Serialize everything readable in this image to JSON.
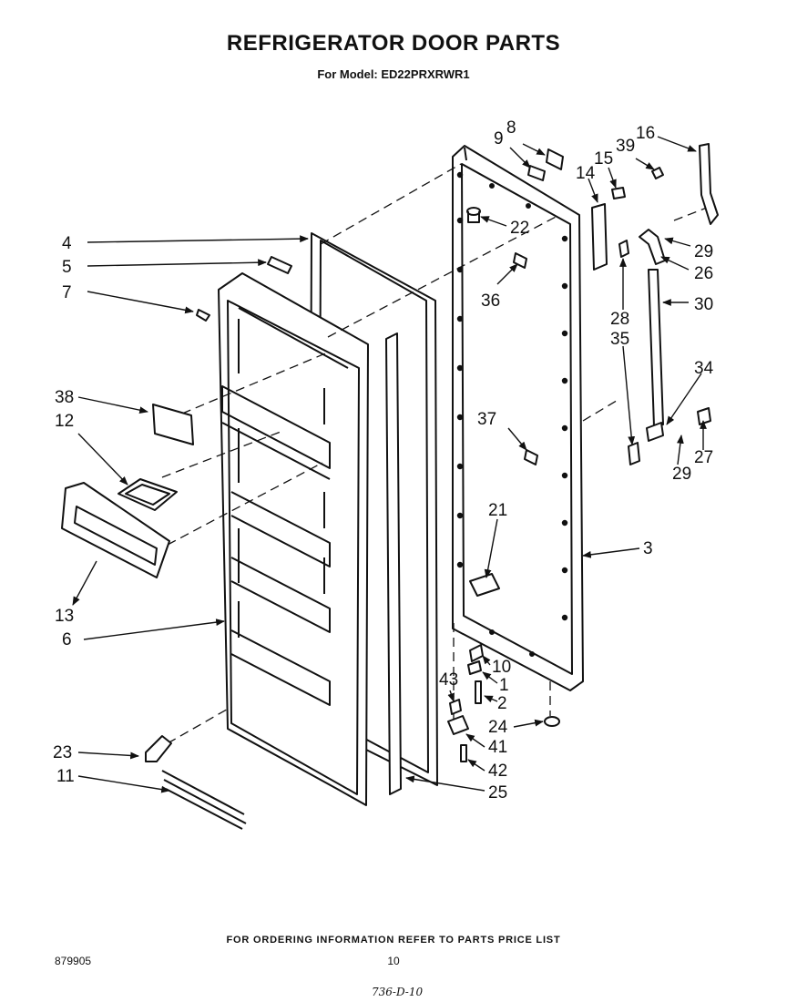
{
  "header": {
    "title": "REFRIGERATOR DOOR PARTS",
    "subtitle": "For Model: ED22PRXRWR1"
  },
  "callouts": {
    "c1": "1",
    "c2": "2",
    "c3": "3",
    "c4": "4",
    "c5": "5",
    "c6": "6",
    "c7": "7",
    "c8": "8",
    "c9": "9",
    "c10": "10",
    "c11": "11",
    "c12": "12",
    "c13": "13",
    "c14": "14",
    "c15": "15",
    "c16": "16",
    "c21": "21",
    "c22": "22",
    "c23": "23",
    "c24": "24",
    "c25": "25",
    "c26": "26",
    "c27": "27",
    "c28": "28",
    "c29a": "29",
    "c29b": "29",
    "c30": "30",
    "c34": "34",
    "c35": "35",
    "c36": "36",
    "c37": "37",
    "c38": "38",
    "c39": "39",
    "c41": "41",
    "c42": "42",
    "c43": "43"
  },
  "footer": {
    "note": "FOR ORDERING INFORMATION REFER TO PARTS PRICE LIST",
    "doc_number": "879905",
    "page_number": "10",
    "handwritten": "736-D-10"
  }
}
